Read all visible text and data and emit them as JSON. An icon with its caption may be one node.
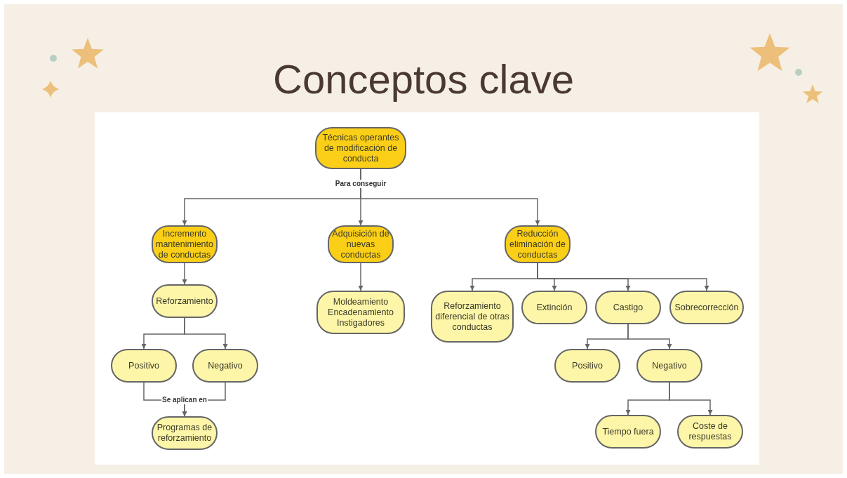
{
  "diagram": {
    "title": "Conceptos clave",
    "nodes": [
      {
        "text": [
          "Técnicas operantes de modificación de conducta"
        ]
      },
      {
        "text": [
          "Incremento mantenimiento de conductas"
        ]
      },
      {
        "text": [
          "Adquisición de nuevas conductas"
        ]
      },
      {
        "text": [
          "Reducción eliminación de conductas"
        ]
      },
      {
        "text": [
          "Reforzamiento"
        ]
      },
      {
        "text": [
          "Moldeamiento Encadenamiento Instigadores"
        ]
      },
      {
        "text": [
          "Reforzamiento diferencial de otras conductas"
        ]
      },
      {
        "text": [
          "Extinción"
        ]
      },
      {
        "text": [
          "Castigo"
        ]
      },
      {
        "text": [
          "Sobrecorrección"
        ]
      },
      {
        "text": [
          "Positivo"
        ]
      },
      {
        "text": [
          "Negativo"
        ]
      },
      {
        "text": [
          "Programas de reforzamiento"
        ]
      },
      {
        "text": [
          "Positivo"
        ]
      },
      {
        "text": [
          "Negativo"
        ]
      },
      {
        "text": [
          "Tiempo fuera"
        ]
      },
      {
        "text": [
          "Coste de respuestas"
        ]
      }
    ],
    "edges": [
      {
        "from": 0,
        "to": 1,
        "arrow": "to"
      },
      {
        "from": 0,
        "to": 2,
        "arrow": "to",
        "label": "Para conseguir"
      },
      {
        "from": 0,
        "to": 3,
        "arrow": "to"
      },
      {
        "from": 1,
        "to": 4,
        "arrow": "to"
      },
      {
        "from": 2,
        "to": 5,
        "arrow": "to"
      },
      {
        "from": 3,
        "to": 6,
        "arrow": "to"
      },
      {
        "from": 3,
        "to": 7,
        "arrow": "to"
      },
      {
        "from": 3,
        "to": 8,
        "arrow": "to"
      },
      {
        "from": 3,
        "to": 9,
        "arrow": "to"
      },
      {
        "from": 4,
        "to": 10,
        "arrow": "to"
      },
      {
        "from": 4,
        "to": 11,
        "arrow": "to"
      },
      {
        "from": 10,
        "to": 12,
        "arrow": "to",
        "label": "Se aplican en"
      },
      {
        "from": 11,
        "to": 12,
        "arrow": "to"
      },
      {
        "from": 8,
        "to": 13,
        "arrow": "to"
      },
      {
        "from": 8,
        "to": 14,
        "arrow": "to"
      },
      {
        "from": 14,
        "to": 15,
        "arrow": "to"
      },
      {
        "from": 14,
        "to": 16,
        "arrow": "to"
      }
    ]
  }
}
